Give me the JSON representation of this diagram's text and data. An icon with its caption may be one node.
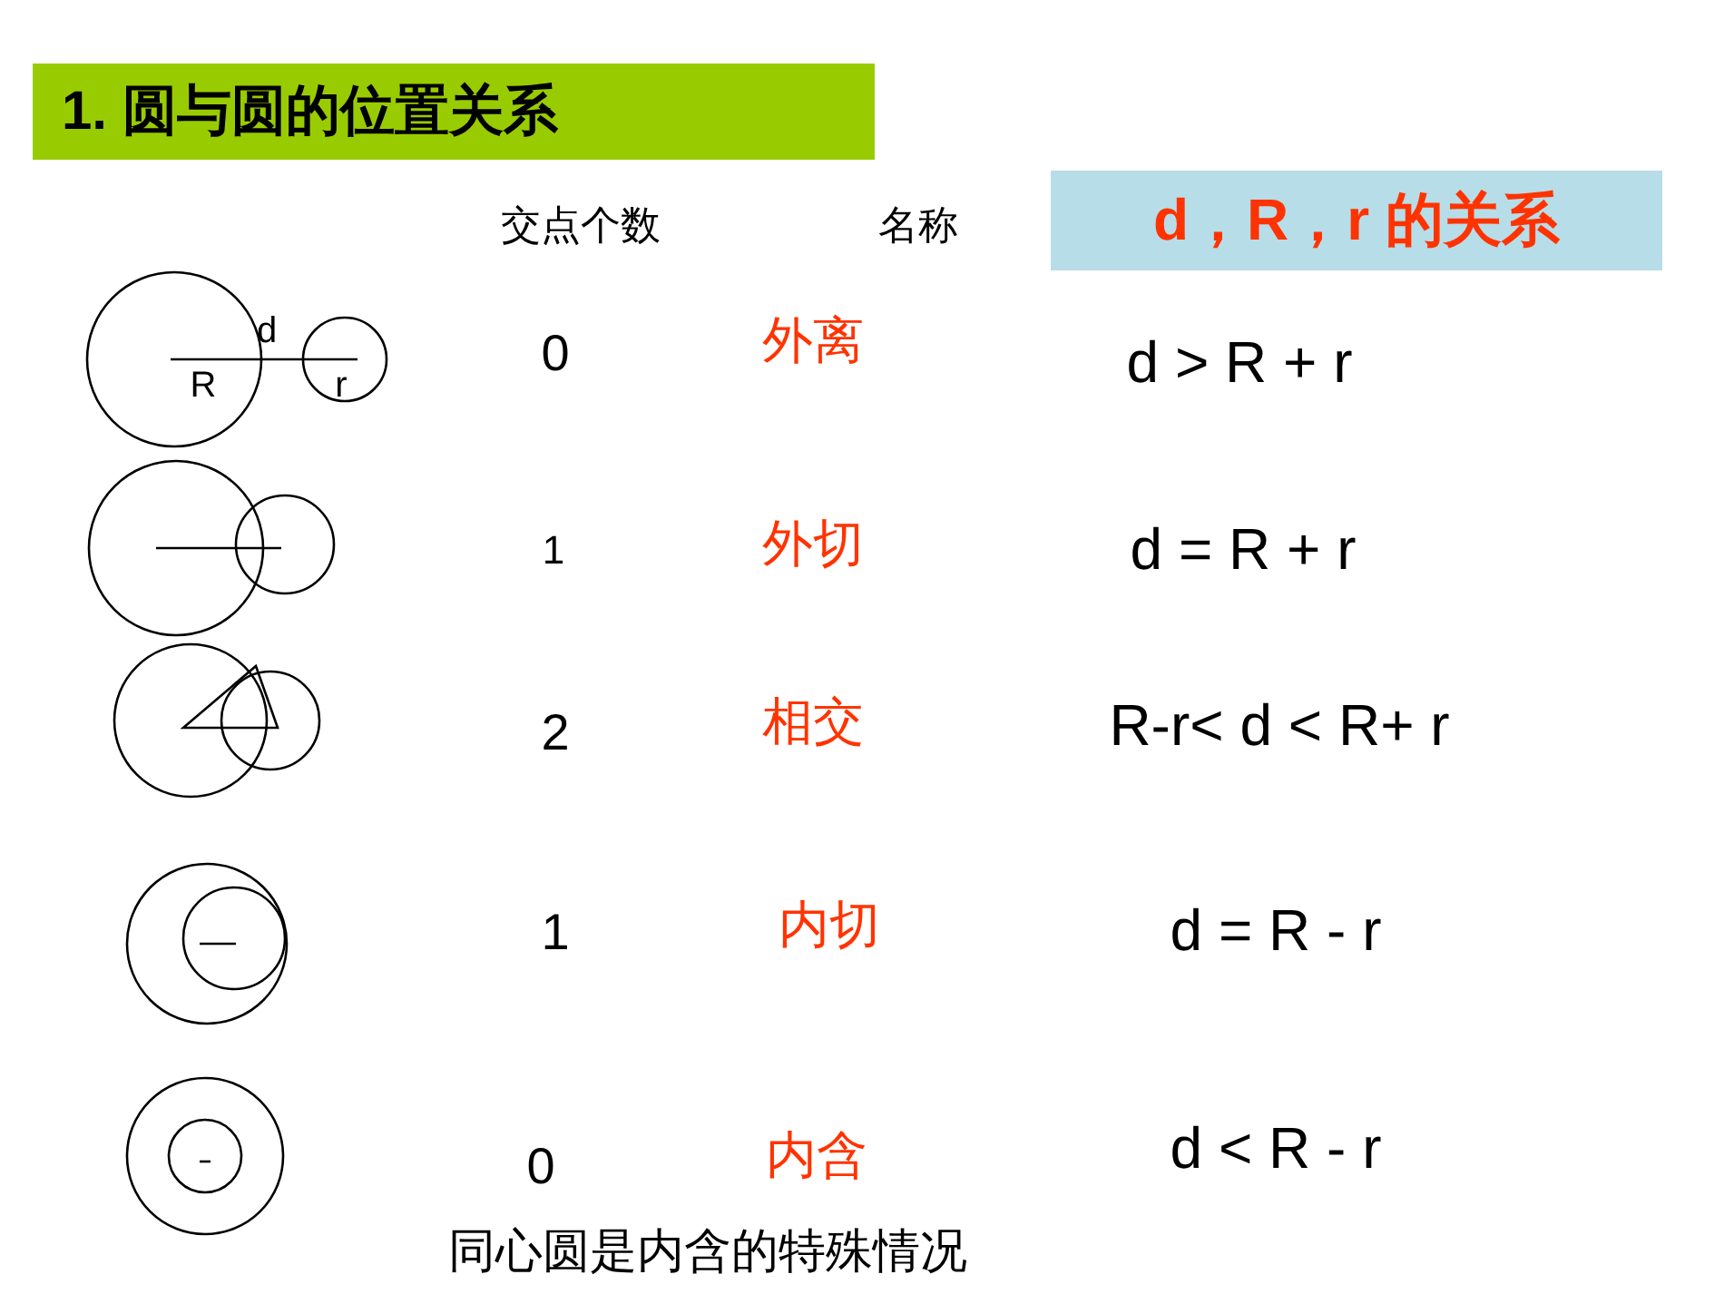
{
  "diagram": {
    "title": "1. 圆与圆的位置关系",
    "labels": [
      "交点个数",
      "名称",
      "d，R，r 的关系",
      "d",
      "R",
      "r",
      "0",
      "外离",
      "d > R + r",
      "1",
      "外切",
      "d = R + r",
      "2",
      "相交",
      "R-r< d < R+ r",
      "1",
      "内切",
      "d = R - r",
      "0",
      "内含",
      "d < R - r",
      "同心圆是内含的特殊情况"
    ]
  }
}
